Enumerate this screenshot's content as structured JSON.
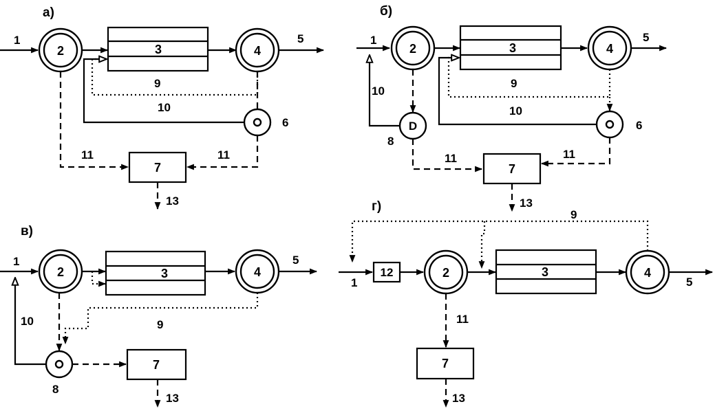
{
  "panels": {
    "a": {
      "title": "а)",
      "n1": "1",
      "n2": "2",
      "n3": "3",
      "n4": "4",
      "n5": "5",
      "n6": "6",
      "n7": "7",
      "n9": "9",
      "n10": "10",
      "n11a": "11",
      "n11b": "11",
      "n13": "13"
    },
    "b": {
      "title": "б)",
      "n1": "1",
      "n2": "2",
      "n3": "3",
      "n4": "4",
      "n5": "5",
      "n6": "6",
      "n7": "7",
      "n8": "8",
      "n9": "9",
      "n10a": "10",
      "n10b": "10",
      "n11a": "11",
      "n11b": "11",
      "n13": "13"
    },
    "v": {
      "title": "в)",
      "n1": "1",
      "n2": "2",
      "n3": "3",
      "n4": "4",
      "n5": "5",
      "n7": "7",
      "n8": "8",
      "n9": "9",
      "n10": "10",
      "n13": "13"
    },
    "g": {
      "title": "г)",
      "n1": "1",
      "n2": "2",
      "n3": "3",
      "n4": "4",
      "n5": "5",
      "n7": "7",
      "n9": "9",
      "n11": "11",
      "n12": "12",
      "n13": "13"
    }
  }
}
